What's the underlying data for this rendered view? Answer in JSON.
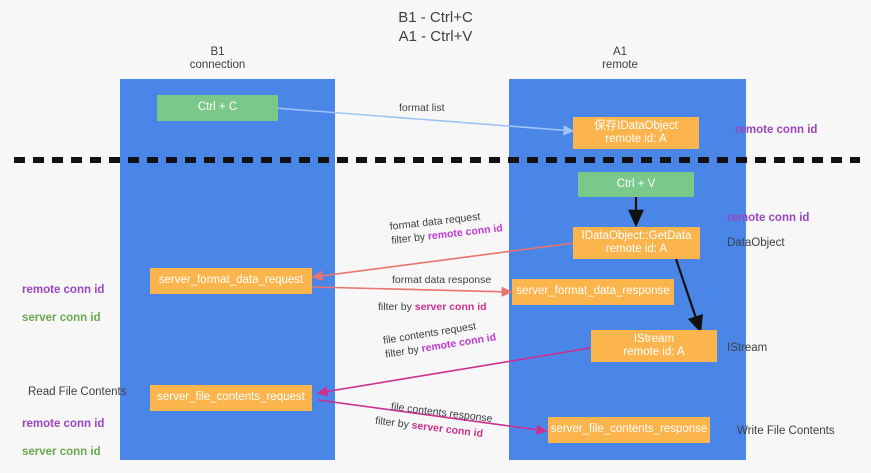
{
  "title": "B1 - Ctrl+C\nA1 - Ctrl+V",
  "lanes": [
    {
      "id": "b1",
      "title": "B1\nconnection"
    },
    {
      "id": "a1",
      "title": "A1\nremote"
    }
  ],
  "boxes": {
    "ctrl_c": "Ctrl + C",
    "ctrl_v": "Ctrl + V",
    "save_idataobject": "保存IDataObject\nremote id: A",
    "idataobject_getdata": "IDataObject::GetData\nremote id: A",
    "istream": "IStream\nremote id: A",
    "server_format_data_request": "server_format_data_request",
    "server_format_data_response": "server_format_data_response",
    "server_file_contents_request": "server_file_contents_request",
    "server_file_contents_response": "server_file_contents_response"
  },
  "edge_labels": {
    "format_list": "format list",
    "format_data_request": "format data request",
    "format_data_request_filter_prefix": "filter by ",
    "format_data_request_filter_key": "remote conn id",
    "format_data_response": "format data response",
    "format_data_response_filter_prefix": "filter by ",
    "format_data_response_filter_key": "server conn id",
    "file_contents_request": "file contents request",
    "file_contents_request_filter_prefix": "filter by ",
    "file_contents_request_filter_key": "remote conn id",
    "file_contents_response": "file contents response",
    "file_contents_response_filter_prefix": "filter by ",
    "file_contents_response_filter_key": "server conn id"
  },
  "right_labels": {
    "remote_conn_id_top": "remote conn id",
    "remote_conn_id_mid": "remote conn id",
    "dataobject": "DataObject",
    "istream": "IStream",
    "write_file_contents": "Write File Contents"
  },
  "left_labels": {
    "remote_conn_id": "remote conn id",
    "server_conn_id": "server conn id",
    "read_file_contents": "Read File Contents",
    "remote_conn_id_2": "remote conn id",
    "server_conn_id_2": "server conn id"
  },
  "colors": {
    "lane": "#4a86e8",
    "green": "#7bc98a",
    "orange": "#fcb44c",
    "purple": "#9b45bf",
    "green_text": "#6aa84f",
    "red_arrow": "#e8736f",
    "magenta_arrow": "#cc2f8f",
    "blue_arrow": "#9fc5f8",
    "black": "#000000",
    "background": "#f7f7f7"
  }
}
